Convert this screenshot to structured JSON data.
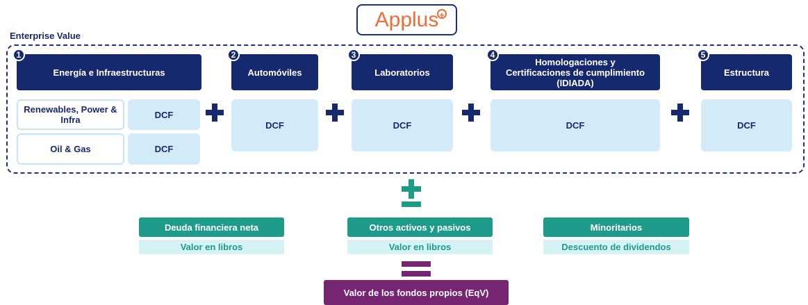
{
  "logo": {
    "text": "Applus",
    "plus": "+"
  },
  "enterprise_value_label": "Enterprise Value",
  "segments": [
    {
      "number": "1",
      "title": "Energía e Infraestructuras"
    },
    {
      "number": "2",
      "title": "Automóviles"
    },
    {
      "number": "3",
      "title": "Laboratorios"
    },
    {
      "number": "4",
      "title": "Homologaciones y Certificaciones de cumplimiento (IDIADA)"
    },
    {
      "number": "5",
      "title": "Estructura"
    }
  ],
  "energy_subsegments": [
    {
      "name": "Renewables, Power & Infra",
      "method": "DCF"
    },
    {
      "name": "Oil & Gas",
      "method": "DCF"
    }
  ],
  "segment_methods": [
    "DCF",
    "DCF",
    "DCF",
    "DCF"
  ],
  "plus_minus_symbol": "±",
  "adjustments": [
    {
      "title": "Deuda financiera neta",
      "method": "Valor en libros"
    },
    {
      "title": "Otros activos y pasivos",
      "method": "Valor en libros"
    },
    {
      "title": "Minoritarios",
      "method": "Descuento de dividendos"
    }
  ],
  "result": "Valor de los fondos propios (EqV)",
  "colors": {
    "navy": "#16296f",
    "light_blue": "#d3eaf9",
    "teal": "#1e9b8a",
    "light_teal": "#d5f3f4",
    "purple": "#762571",
    "orange": "#ef6b3a"
  }
}
